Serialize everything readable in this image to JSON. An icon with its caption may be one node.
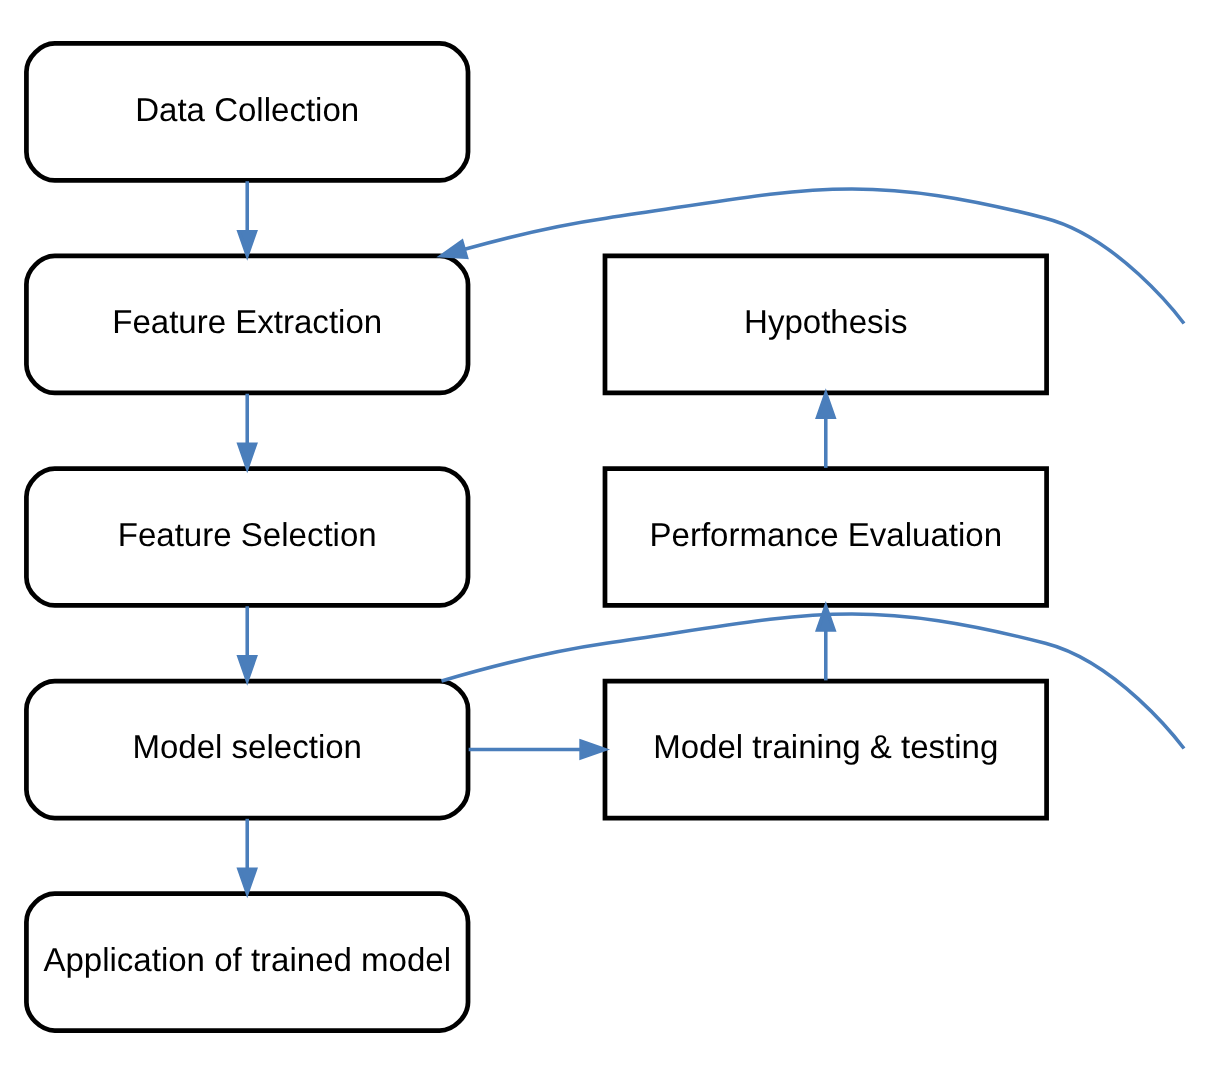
{
  "diagram": {
    "nodes": [
      {
        "text": [
          "Data Collection"
        ]
      },
      {
        "text": [
          "Feature Extraction"
        ]
      },
      {
        "text": [
          "Feature Selection"
        ]
      },
      {
        "text": [
          "Model selection"
        ]
      },
      {
        "text": [
          "Application of trained model"
        ]
      },
      {
        "text": [
          "Model training & testing"
        ]
      },
      {
        "text": [
          "Performance Evaluation"
        ]
      },
      {
        "text": [
          "Hypothesis"
        ]
      }
    ],
    "edges": [
      {
        "from": 0,
        "to": 1,
        "arrow": "to"
      },
      {
        "from": 1,
        "to": 2,
        "arrow": "to"
      },
      {
        "from": 2,
        "to": 3,
        "arrow": "to"
      },
      {
        "from": 3,
        "to": 4,
        "arrow": "to"
      },
      {
        "from": 3,
        "to": 5,
        "arrow": "to"
      },
      {
        "from": 5,
        "to": 6,
        "arrow": "to"
      },
      {
        "from": 6,
        "to": 7,
        "arrow": "to"
      },
      {
        "from": null,
        "to": 1,
        "arrow": "to"
      },
      {
        "from": 3,
        "to": null,
        "arrow": "none"
      }
    ]
  }
}
